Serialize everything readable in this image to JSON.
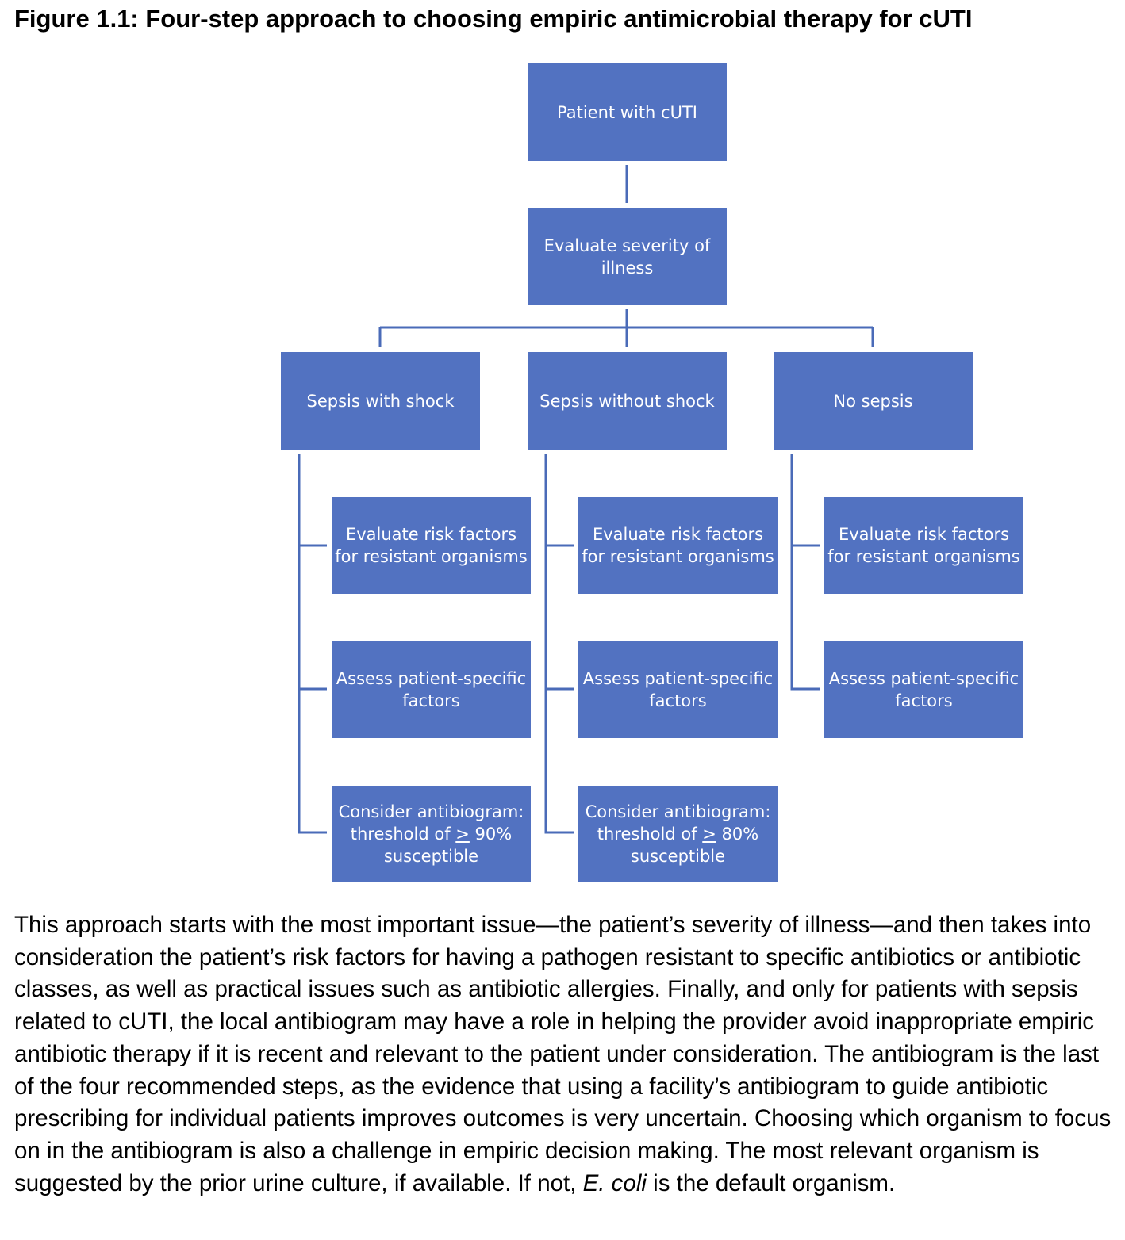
{
  "figure": {
    "title": "Figure 1.1: Four-step approach to choosing empiric antimicrobial therapy for cUTI"
  },
  "flowchart": {
    "root": "Patient with cUTI",
    "evaluate": "Evaluate severity of illness",
    "branches": [
      {
        "label": "Sepsis with shock",
        "steps": [
          "Evaluate risk factors for resistant organisms",
          "Assess patient-specific factors"
        ],
        "antibiogram": {
          "line1": "Consider antibiogram:",
          "pre": "threshold of ",
          "symbol": ">",
          "post": " 90%",
          "line3": "susceptible"
        }
      },
      {
        "label": "Sepsis without shock",
        "steps": [
          "Evaluate risk factors for resistant organisms",
          "Assess patient-specific factors"
        ],
        "antibiogram": {
          "line1": "Consider antibiogram:",
          "pre": "threshold of ",
          "symbol": ">",
          "post": " 80%",
          "line3": "susceptible"
        }
      },
      {
        "label": "No sepsis",
        "steps": [
          "Evaluate risk factors for resistant organisms",
          "Assess patient-specific factors"
        ]
      }
    ]
  },
  "body": {
    "part1": "This approach starts with the most important issue—the patient’s severity of illness—and then takes into consideration the patient’s risk factors for having a pathogen resistant to specific antibiotics or antibiotic classes, as well as practical issues such as antibiotic allergies. Finally, and only for patients with sepsis related to cUTI, the local antibiogram may have a role in helping the provider avoid inappropriate empiric antibiotic therapy if it is recent and relevant to the patient under consideration. The antibiogram is the last of the four recommended steps, as the evidence that using a facility’s antibiogram to guide antibiotic prescribing for individual patients improves outcomes is very uncertain. Choosing which organism to focus on in the antibiogram is also a challenge in empiric decision making. The most relevant organism is suggested by the prior urine culture, if available. If not, ",
    "italic": "E. coli",
    "part2": " is the default organism."
  },
  "colors": {
    "box_fill": "#5272c1",
    "connector": "#4a6bb8",
    "box_text": "#ffffff"
  }
}
